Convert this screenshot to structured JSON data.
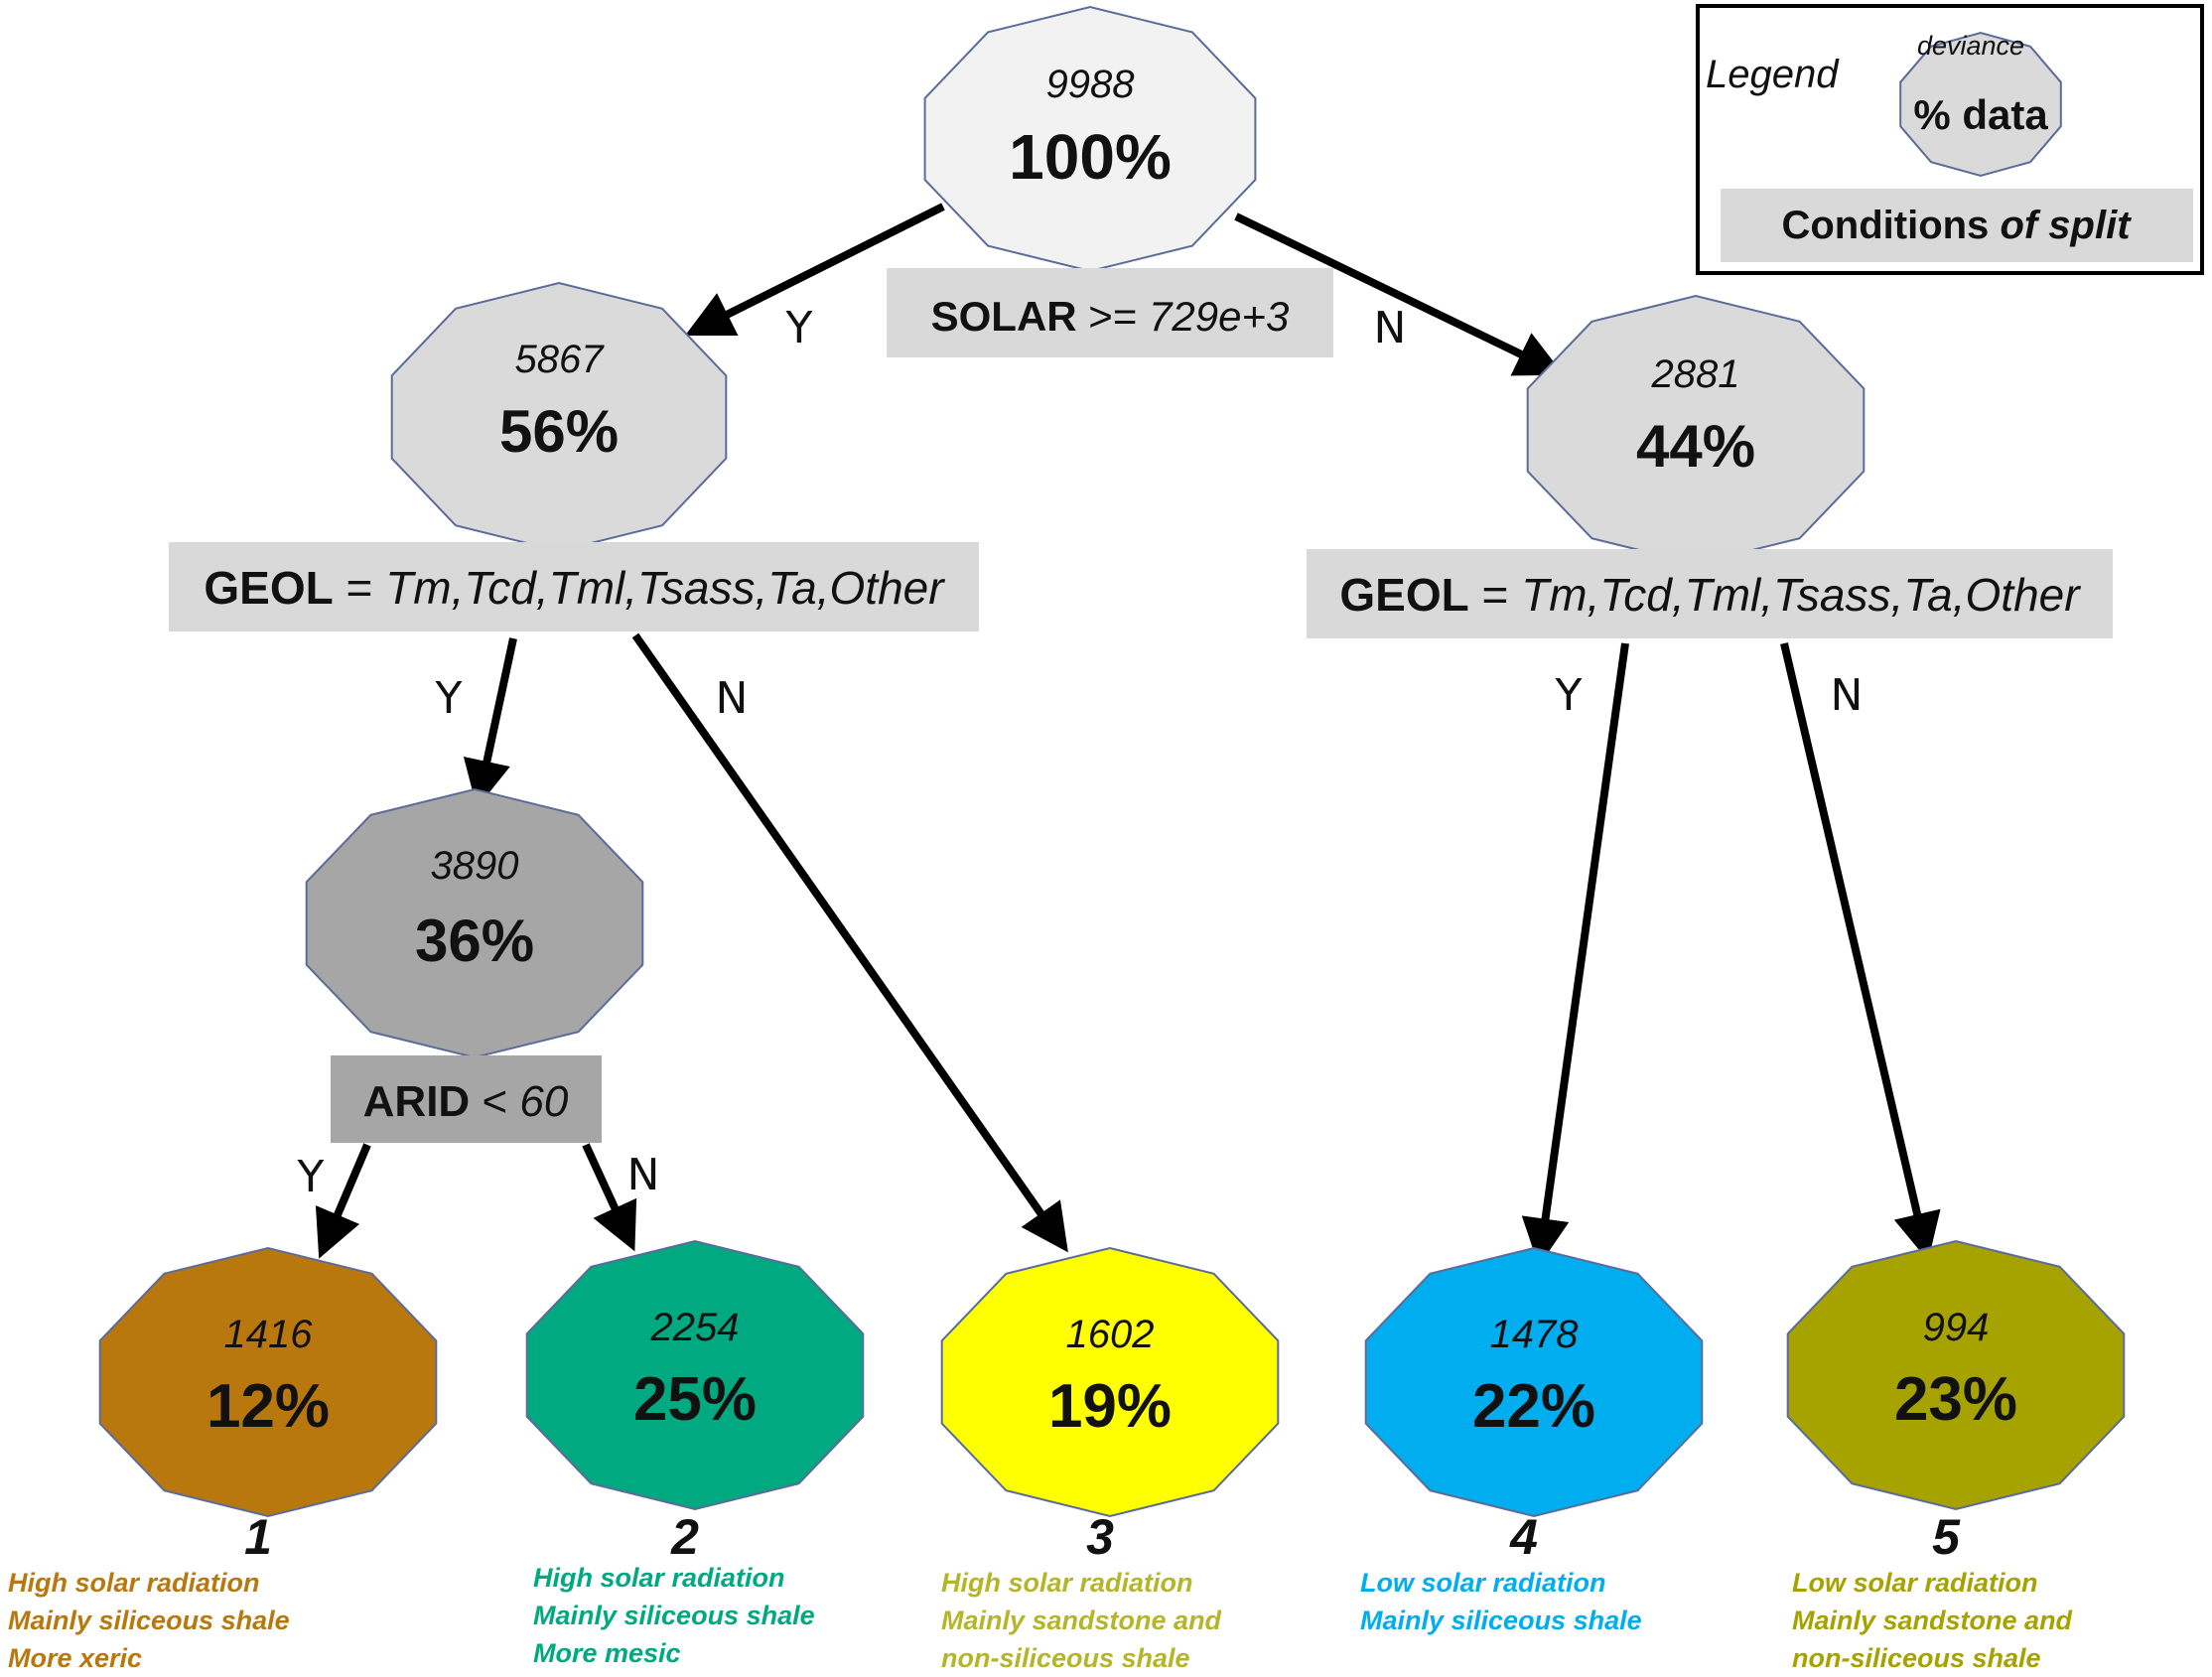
{
  "legend": {
    "title": "Legend",
    "node_deviance": "deviance",
    "node_pct": "% data",
    "split_bold": "Conditions",
    "split_italic": "of split"
  },
  "nodes": {
    "root": {
      "deviance": "9988",
      "pct": "100%",
      "fill": "#f2f2f2"
    },
    "left": {
      "deviance": "5867",
      "pct": "56%",
      "fill": "#dadada"
    },
    "right": {
      "deviance": "2881",
      "pct": "44%",
      "fill": "#dadada"
    },
    "mid": {
      "deviance": "3890",
      "pct": "36%",
      "fill": "#a6a6a6"
    }
  },
  "splits": {
    "solar": {
      "var": "SOLAR",
      "op": " >= ",
      "val": "729e+3"
    },
    "geol_left": {
      "var": "GEOL",
      "op": " = ",
      "val": "Tm,Tcd,Tml,Tsass,Ta,Other"
    },
    "geol_right": {
      "var": "GEOL",
      "op": " = ",
      "val": "Tm,Tcd,Tml,Tsass,Ta,Other"
    },
    "arid": {
      "var": "ARID",
      "op": " < ",
      "val": "60"
    }
  },
  "branch_labels": {
    "yes": "Y",
    "no": "N"
  },
  "leaves": [
    {
      "number": "1",
      "deviance": "1416",
      "pct": "12%",
      "fill": "#b8780e",
      "text_color": "#b8780e",
      "desc": [
        "High solar radiation",
        "Mainly siliceous shale",
        "More xeric"
      ]
    },
    {
      "number": "2",
      "deviance": "2254",
      "pct": "25%",
      "fill": "#00a97f",
      "text_color": "#00a97f",
      "desc": [
        "High solar radiation",
        "Mainly siliceous shale",
        "More mesic"
      ]
    },
    {
      "number": "3",
      "deviance": "1602",
      "pct": "19%",
      "fill": "#ffff00",
      "text_color": "#b5b52a",
      "desc": [
        "High solar radiation",
        "Mainly sandstone and",
        "non-siliceous shale"
      ]
    },
    {
      "number": "4",
      "deviance": "1478",
      "pct": "22%",
      "fill": "#00aeef",
      "text_color": "#00aeef",
      "desc": [
        "Low solar radiation",
        "Mainly siliceous shale"
      ]
    },
    {
      "number": "5",
      "deviance": "994",
      "pct": "23%",
      "fill": "#a6a200",
      "text_color": "#a6a200",
      "desc": [
        "Low solar radiation",
        "Mainly sandstone and",
        "non-siliceous shale"
      ]
    }
  ]
}
